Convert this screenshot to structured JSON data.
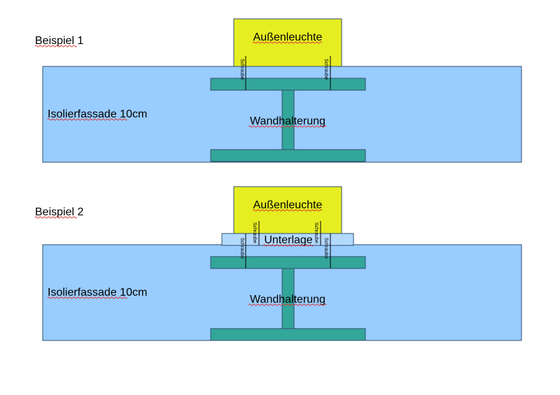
{
  "colors": {
    "facade": "#99ccff",
    "facade_border": "#3a6ea5",
    "bracket": "#33a69a",
    "bracket_border": "#1d6f66",
    "lamp": "#e6ee22",
    "lamp_border": "#6b6b00",
    "pad": "#b3d9ff",
    "pad_border": "#3a6ea5",
    "spellcheck": "#e03030"
  },
  "examples": [
    {
      "title": "Beispiel 1",
      "facade_label": "Isolierfassade 10cm",
      "bracket_label": "Wandhalterung",
      "lamp_label": "Außenleuchte",
      "screw_left": "Schraube",
      "screw_right": "Schraube"
    },
    {
      "title": "Beispiel 2",
      "facade_label": "Isolierfassade 10cm",
      "bracket_label": "Wandhalterung",
      "lamp_label": "Außenleuchte",
      "pad_label": "Unterlage",
      "screw_left": "Schraube",
      "screw_right": "Schraube",
      "screw_left_lower": "Schraube",
      "screw_right_lower": "Schraube"
    }
  ]
}
